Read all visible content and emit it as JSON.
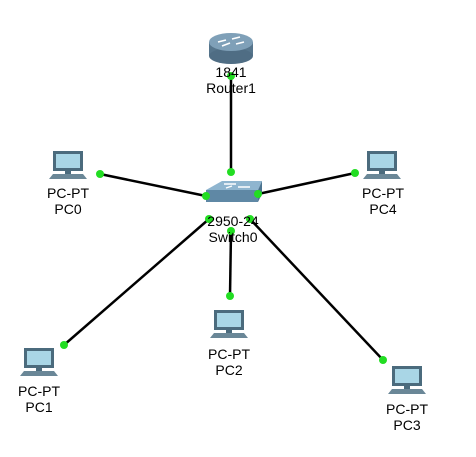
{
  "colors": {
    "link": "#000000",
    "port": "#22dd22",
    "router_body": "#6f8ea6",
    "switch_body": "#6d95b1",
    "pc_monitor": "#4b6b7d",
    "pc_screen": "#a9d6e6"
  },
  "icons": {
    "router": "router-icon",
    "switch": "switch-icon",
    "pc": "pc-icon"
  },
  "devices": {
    "router1": {
      "model": "1841",
      "name": "Router1"
    },
    "switch0": {
      "model": "2950-24",
      "name": "Switch0"
    },
    "pc0": {
      "model": "PC-PT",
      "name": "PC0"
    },
    "pc1": {
      "model": "PC-PT",
      "name": "PC1"
    },
    "pc2": {
      "model": "PC-PT",
      "name": "PC2"
    },
    "pc3": {
      "model": "PC-PT",
      "name": "PC3"
    },
    "pc4": {
      "model": "PC-PT",
      "name": "PC4"
    }
  }
}
